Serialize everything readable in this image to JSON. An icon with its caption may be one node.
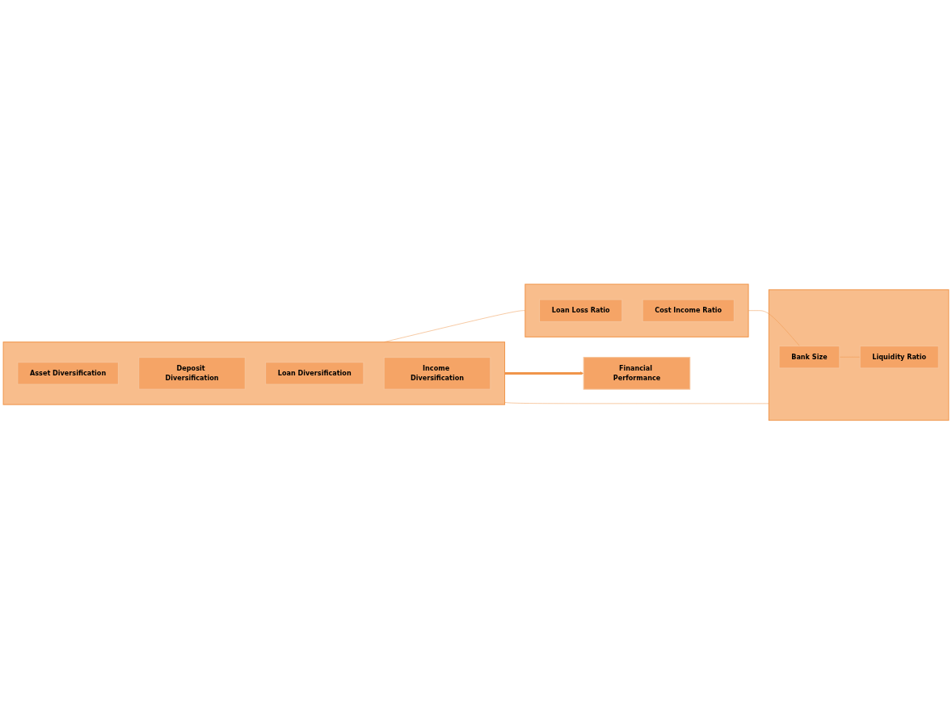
{
  "diagram": {
    "nodes": [
      {
        "text": [],
        "shape": "box"
      },
      {
        "text": [
          "Asset Diversification"
        ],
        "in": 0
      },
      {
        "text": [
          "Deposit Diversification"
        ],
        "in": 0
      },
      {
        "text": [
          "Loan Diversification"
        ],
        "in": 0
      },
      {
        "text": [
          "Income Diversification"
        ],
        "in": 0
      },
      {
        "text": [],
        "shape": "box"
      },
      {
        "text": [
          "Loan Loss Ratio"
        ],
        "in": 5
      },
      {
        "text": [
          "Cost Income Ratio"
        ],
        "in": 5
      },
      {
        "text": [
          "Financial Performance"
        ]
      },
      {
        "text": [],
        "shape": "box"
      },
      {
        "text": [
          "Bank Size"
        ],
        "in": 9
      },
      {
        "text": [
          "Liquidity Ratio"
        ],
        "in": 9
      }
    ],
    "edges": [
      {
        "from": 0,
        "to": 5,
        "arrow": "none"
      },
      {
        "from": 0,
        "to": 8,
        "arrow": "to",
        "style": "thick"
      },
      {
        "from": 5,
        "to": 10,
        "arrow": "none"
      },
      {
        "from": 10,
        "to": 11,
        "arrow": "none"
      },
      {
        "from": 0,
        "to": 9,
        "arrow": "none"
      }
    ]
  }
}
